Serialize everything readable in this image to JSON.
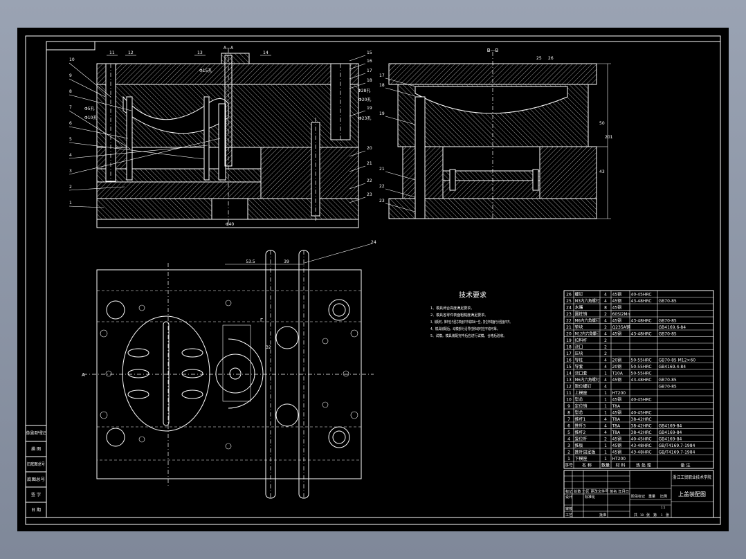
{
  "colors": {
    "background": "#000000",
    "lines": "#ffffff",
    "window": "#8a94a6"
  },
  "section_aa": {
    "callouts_left": [
      "10",
      "9",
      "8",
      "7",
      "6",
      "5",
      "4",
      "3",
      "2",
      "1"
    ],
    "callouts_top": [
      "11",
      "12",
      "13",
      "14"
    ],
    "callouts_right": [
      "15",
      "16",
      "17",
      "18",
      "19",
      "20",
      "21",
      "22",
      "23"
    ],
    "dims": {
      "bottom": "Φ40",
      "d1": "Φ5孔",
      "d2": "Φ10孔",
      "d3": "Φ15孔",
      "d4": "Φ28孔",
      "d5": "Φ20孔",
      "d6": "Φ23孔",
      "top": "A—A"
    }
  },
  "section_bb": {
    "title": "B—B",
    "callouts": [
      "25",
      "26",
      "17",
      "18",
      "19",
      "21",
      "22",
      "23"
    ],
    "dims": [
      "50",
      "201",
      "43"
    ]
  },
  "plan": {
    "callout": "24",
    "dim1": "53.5",
    "dim2": "39",
    "dim3": "32",
    "section_mark": "A",
    "arrow_label": "Γ"
  },
  "tech_requirements": {
    "title": "技术要求",
    "items": [
      "1、模具闭合高度满足要求。",
      "2、模具各零件表面粗糙度满足要求。",
      "3、装配时，推杆应与型芯表面平齐或高出一些，复位杆端面与分型面平齐。",
      "4、模具装配后，动模部分沿导柱移动时应平稳可靠。",
      "5、试模。模具装配完毕后应进行试模，合格后验收。"
    ]
  },
  "parts_list": {
    "header": [
      "序号",
      "名 称",
      "数量",
      "材 料",
      "热 处 理",
      "备 注"
    ],
    "rows": [
      [
        "26",
        "螺钉",
        "4",
        "45钢",
        "40-45HRC",
        ""
      ],
      [
        "25",
        "M3内六角螺钉",
        "4",
        "45钢",
        "43-48HRC",
        "GB70-85"
      ],
      [
        "24",
        "水嘴",
        "8",
        "45钢",
        "",
        ""
      ],
      [
        "23",
        "圆柱销",
        "2",
        "60Si2Mn",
        "",
        ""
      ],
      [
        "22",
        "M6内六角螺钉",
        "4",
        "45钢",
        "43-48HRC",
        "GB70-85"
      ],
      [
        "21",
        "垫块",
        "2",
        "Q235A钢",
        "",
        "GB4169.6-84"
      ],
      [
        "20",
        "M12内六角螺钉",
        "4",
        "45钢",
        "43-48HRC",
        "GB70-85"
      ],
      [
        "19",
        "拉料杆",
        "2",
        "",
        "",
        ""
      ],
      [
        "18",
        "浇口",
        "2",
        "",
        "",
        ""
      ],
      [
        "17",
        "压块",
        "2",
        "",
        "",
        ""
      ],
      [
        "16",
        "导柱",
        "4",
        "20钢",
        "50-55HRC",
        "GB70-85 M12×60"
      ],
      [
        "15",
        "导套",
        "4",
        "20钢",
        "50-55HRC",
        "GB4169.4-84"
      ],
      [
        "14",
        "浇口套",
        "1",
        "T10A",
        "50-55HRC",
        ""
      ],
      [
        "13",
        "M6内六角螺钉",
        "4",
        "45钢",
        "43-48HRC",
        "GB70-85"
      ],
      [
        "12",
        "限位螺钉",
        "4",
        "",
        "",
        "GB70-85"
      ],
      [
        "11",
        "上模座",
        "1",
        "HT200",
        "",
        ""
      ],
      [
        "10",
        "型芯",
        "1",
        "45钢",
        "40-45HRC",
        ""
      ],
      [
        "9",
        "定位销",
        "1",
        "T8A",
        "",
        ""
      ],
      [
        "8",
        "型芯",
        "1",
        "45钢",
        "40-45HRC",
        ""
      ],
      [
        "7",
        "推杆1",
        "4",
        "T8A",
        "38-42HRC",
        ""
      ],
      [
        "6",
        "推杆3",
        "4",
        "T8A",
        "38-42HRC",
        "GB4169-84"
      ],
      [
        "5",
        "推杆2",
        "4",
        "T8A",
        "38-42HRC",
        "GB4169-84"
      ],
      [
        "4",
        "复位杆",
        "2",
        "45钢",
        "40-45HRC",
        "GB4169-84"
      ],
      [
        "3",
        "推板",
        "1",
        "45钢",
        "43-48HRC",
        "GB/T4169.7-1984"
      ],
      [
        "2",
        "推杆固定板",
        "1",
        "45钢",
        "43-48HRC",
        "GB/T4169.7-1984"
      ],
      [
        "1",
        "下模座",
        "1",
        "HT200",
        "",
        ""
      ]
    ]
  },
  "title_block": {
    "school": "浙江工贸职业技术学院",
    "drawing_title": "上盖装配图",
    "rev_row": "标记 处数 分区 更改文件号 签名 年月日",
    "design": "设计",
    "standard": "标准化",
    "stage": "阶段标记",
    "weight": "重量",
    "scale": "比例",
    "review": "审核",
    "process": "工艺",
    "approve": "批准",
    "sheets_total_label": "共",
    "sheets_total": "10",
    "sheets_unit": "张",
    "sheet_label": "第",
    "sheet_no": "1",
    "sheet_unit": "张",
    "scale_value": "1:1"
  },
  "side_strip": [
    "借(通)用件登记",
    "描 图",
    "旧底图总号",
    "底图总号",
    "签 字",
    "日 期"
  ]
}
